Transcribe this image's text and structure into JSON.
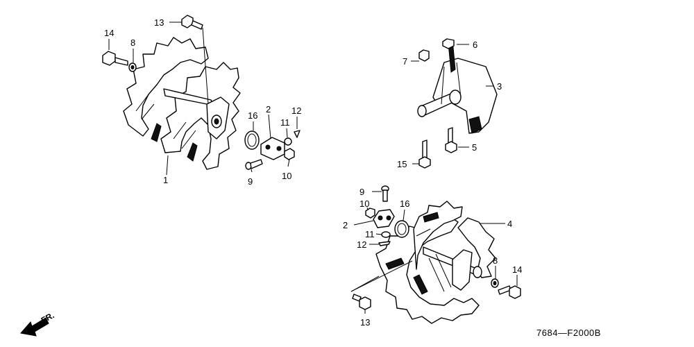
{
  "diagram": {
    "footer_code": "7684—F2000B",
    "front_marker": "FR.",
    "left_assembly": {
      "callouts": [
        "14",
        "8",
        "13",
        "16",
        "2",
        "12",
        "11",
        "9",
        "10",
        "1"
      ]
    },
    "right_top_assembly": {
      "callouts": [
        "7",
        "6",
        "3",
        "5",
        "15"
      ]
    },
    "right_bottom_assembly": {
      "callouts": [
        "9",
        "10",
        "2",
        "16",
        "4",
        "11",
        "12",
        "8",
        "14",
        "13"
      ]
    }
  }
}
